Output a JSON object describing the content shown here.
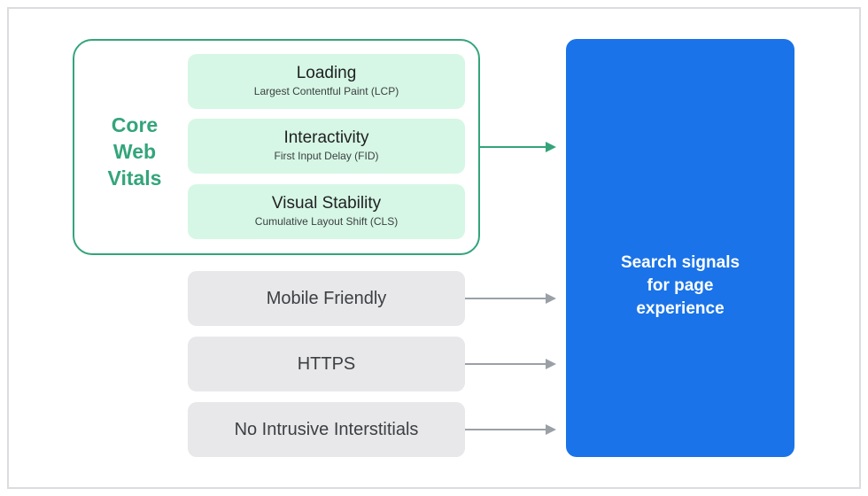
{
  "core_web_vitals": {
    "title_lines": [
      "Core",
      "Web",
      "Vitals"
    ],
    "metrics": [
      {
        "title": "Loading",
        "subtitle": "Largest Contentful Paint (LCP)"
      },
      {
        "title": "Interactivity",
        "subtitle": "First Input Delay (FID)"
      },
      {
        "title": "Visual Stability",
        "subtitle": "Cumulative Layout Shift (CLS)"
      }
    ]
  },
  "factors": [
    "Mobile Friendly",
    "HTTPS",
    "No Intrusive Interstitials"
  ],
  "target": {
    "lines": [
      "Search signals",
      "for page",
      "experience"
    ]
  },
  "colors": {
    "green_accent": "#34a47b",
    "metric_fill": "#d6f7e5",
    "factor_fill": "#e8e8ea",
    "target_blue": "#1a73e8",
    "gray_arrow": "#9aa0a6"
  }
}
